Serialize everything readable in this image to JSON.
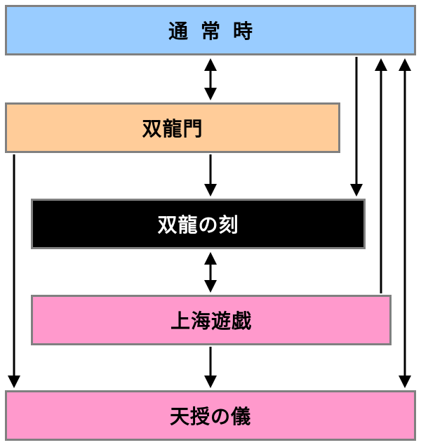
{
  "colors": {
    "normal": "#99ccff",
    "soryumon": "#ffcc99",
    "soryu_koku": "#000000",
    "soryu_koku_text": "#ffffff",
    "shanghai": "#ff99cc",
    "tenju": "#ff99cc",
    "border": "#808080",
    "arrow": "#000000"
  },
  "nodes": {
    "normal": "通常時",
    "soryumon": "双龍門",
    "soryu_koku": "双龍の刻",
    "shanghai": "上海遊戯",
    "tenju": "天授の儀"
  }
}
